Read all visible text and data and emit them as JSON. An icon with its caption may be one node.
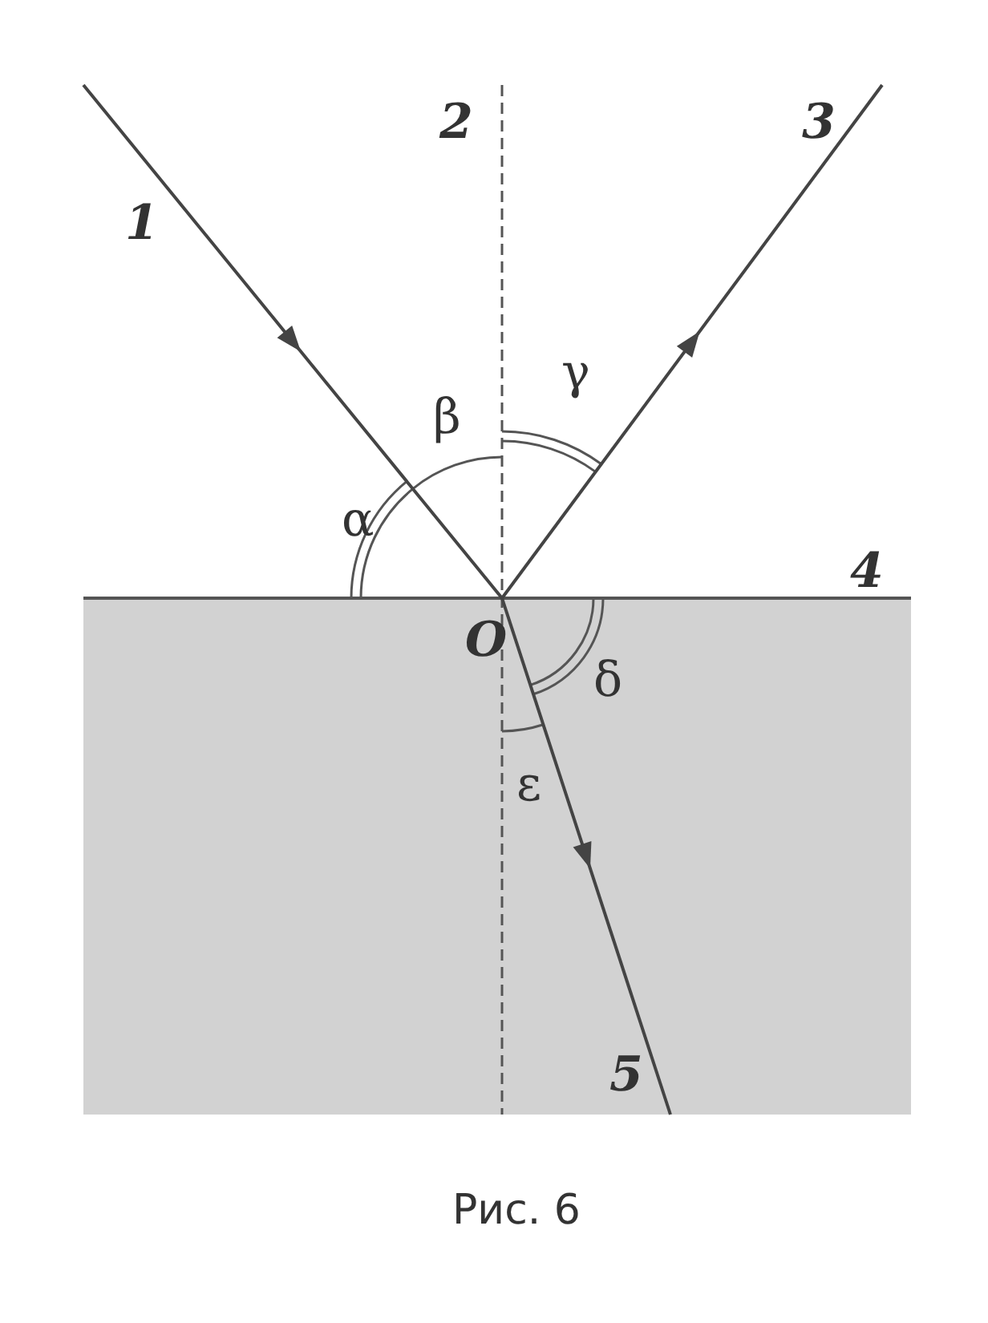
{
  "diagram": {
    "caption": "Рис. 6",
    "labels": [
      "1",
      "2",
      "3",
      "α",
      "β",
      "γ",
      "4",
      "O",
      "δ",
      "ε",
      "5"
    ]
  }
}
